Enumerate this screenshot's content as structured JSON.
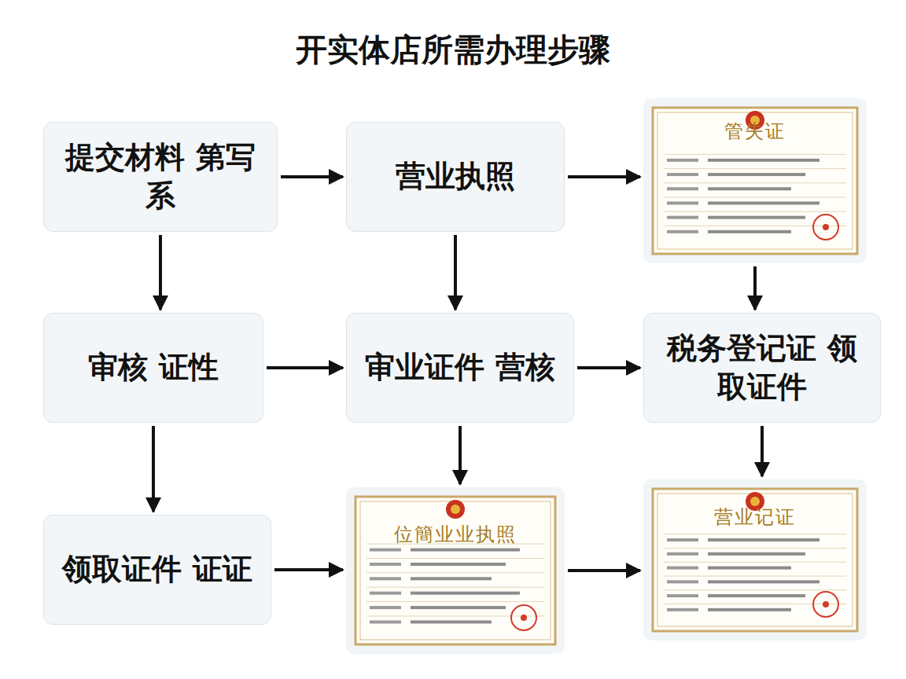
{
  "diagram": {
    "title": "开实体店所需办理步骤",
    "nodes": [
      {
        "text": [
          "提交材料 第写系"
        ]
      },
      {
        "text": [
          "营业执照"
        ]
      },
      {
        "text": [
          "管失证"
        ]
      },
      {
        "text": [
          "审核 证性"
        ]
      },
      {
        "text": [
          "审业证件 营核"
        ]
      },
      {
        "text": [
          "税务登记证 领取证件"
        ]
      },
      {
        "text": [
          "领取证件 证证"
        ]
      },
      {
        "text": [
          "位簡业业执照"
        ]
      },
      {
        "text": [
          "营业记证"
        ]
      }
    ],
    "edges": [
      {
        "from": 0,
        "to": 1,
        "arrow": "to"
      },
      {
        "from": 1,
        "to": 2,
        "arrow": "to"
      },
      {
        "from": 0,
        "to": 3,
        "arrow": "to"
      },
      {
        "from": 1,
        "to": 4,
        "arrow": "to"
      },
      {
        "from": 2,
        "to": 5,
        "arrow": "to"
      },
      {
        "from": 3,
        "to": 4,
        "arrow": "to"
      },
      {
        "from": 4,
        "to": 5,
        "arrow": "to"
      },
      {
        "from": 3,
        "to": 6,
        "arrow": "to"
      },
      {
        "from": 4,
        "to": 7,
        "arrow": "to"
      },
      {
        "from": 5,
        "to": 8,
        "arrow": "to"
      },
      {
        "from": 6,
        "to": 7,
        "arrow": "to"
      },
      {
        "from": 7,
        "to": 8,
        "arrow": "to"
      }
    ]
  }
}
